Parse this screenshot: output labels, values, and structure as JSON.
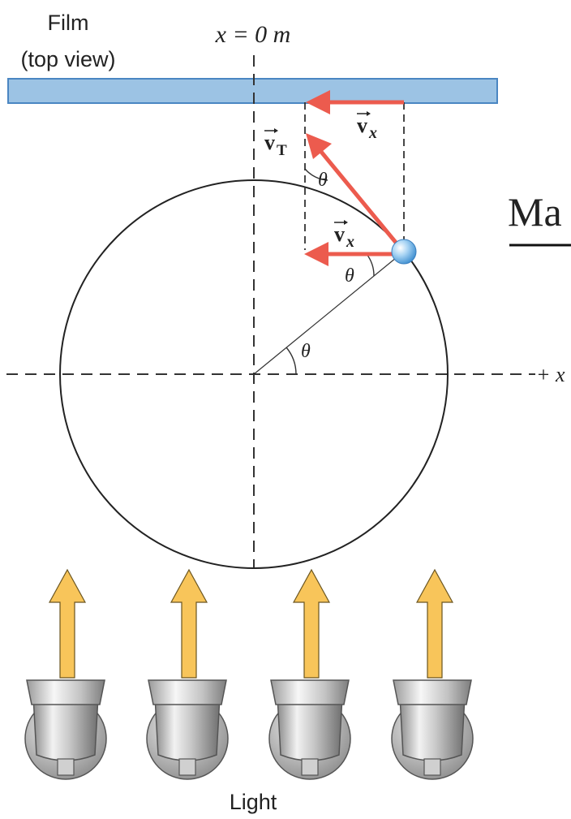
{
  "labels": {
    "film_line1": "Film",
    "film_line2": "(top view)",
    "x_zero": "x = 0 m",
    "vx_top_base": "v",
    "vx_top_sub": "x",
    "vt_base": "v",
    "vt_sub": "T",
    "theta_top": "θ",
    "vx_mid_base": "v",
    "vx_mid_sub": "x",
    "theta_mid": "θ",
    "theta_center": "θ",
    "plus_x": "+ x",
    "partial_text": "Ma",
    "light": "Light"
  },
  "colors": {
    "film": "#9cc3e4",
    "film_border": "#4a86c2",
    "vector_arrow": "#ec5b4e",
    "light_arrow": "#f8c55a",
    "ball": "#8cc4ee"
  }
}
